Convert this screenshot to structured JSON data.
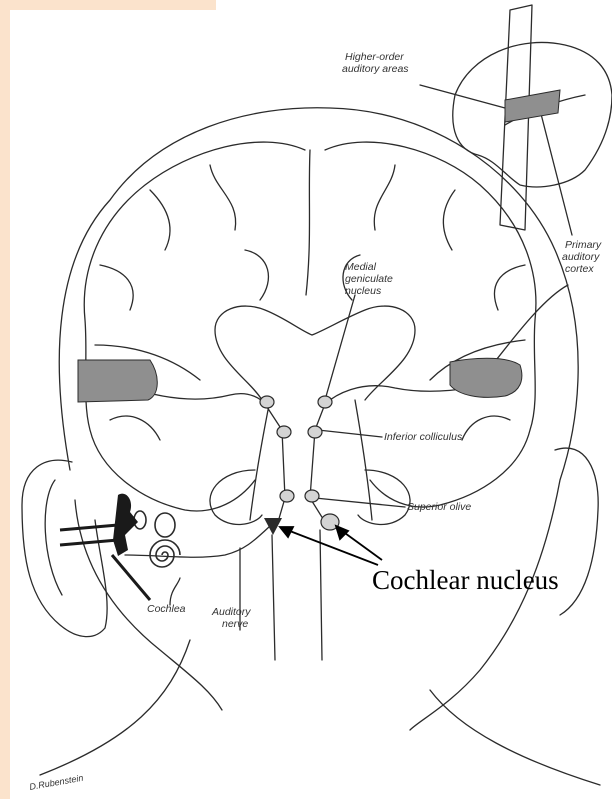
{
  "colors": {
    "side_strip": "#fbe3cc",
    "ink": "#2b2b2b",
    "shade": "#8f8f8f",
    "background": "#ffffff"
  },
  "labels": {
    "higher_order_line1": "Higher-order",
    "higher_order_line2": "auditory areas",
    "primary_line1": "Primary",
    "primary_line2": "auditory",
    "primary_line3": "cortex",
    "medial_line1": "Medial",
    "medial_line2": "geniculate",
    "medial_line3": "nucleus",
    "inferior_colliculus": "Inferior colliculus",
    "superior_olive": "Superior olive",
    "cochlear_nucleus": "Cochlear nucleus",
    "cochlea": "Cochlea",
    "auditory_nerve_line1": "Auditory",
    "auditory_nerve_line2": "nerve"
  },
  "signature": "D.Rubenstein"
}
